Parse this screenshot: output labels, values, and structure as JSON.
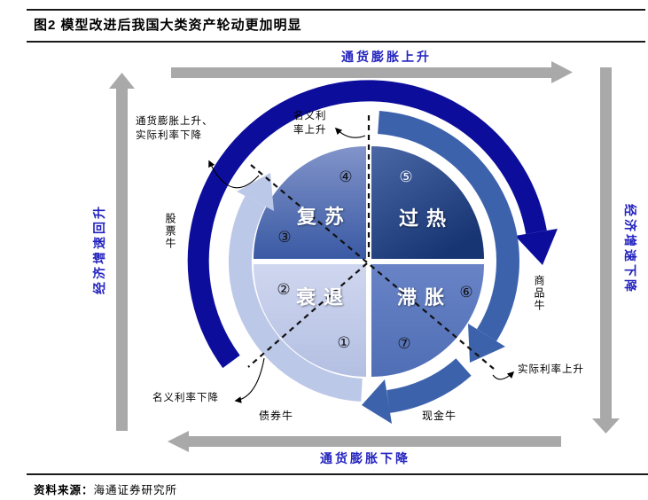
{
  "header": {
    "title": "图2  模型改进后我国大类资产轮动更加明显"
  },
  "outer_arrows": {
    "top": "通货膨胀上升",
    "right": "经济增速下降",
    "bottom": "通货膨胀下降",
    "left": "经济增速回升"
  },
  "wheel": {
    "quadrants": [
      {
        "name": "复苏",
        "position": "top-left"
      },
      {
        "name": "过热",
        "position": "top-right"
      },
      {
        "name": "衰退",
        "position": "bottom-left"
      },
      {
        "name": "滞胀",
        "position": "bottom-right"
      }
    ],
    "numbers": [
      "①",
      "②",
      "③",
      "④",
      "⑤",
      "⑥",
      "⑦"
    ]
  },
  "asset_labels": {
    "stock": "股票牛",
    "commodity": "商品牛",
    "bond": "债券牛",
    "cash": "现金牛"
  },
  "annotations": {
    "inflation_up_real_rate_down_line1": "通货膨胀上升、",
    "inflation_up_real_rate_down_line2": "实际利率下降",
    "nominal_rate_up_line1": "名义利",
    "nominal_rate_up_line2": "率上升",
    "real_rate_up": "实际利率上升",
    "nominal_rate_down": "名义利率下降"
  },
  "footer": {
    "source_label": "资料来源：",
    "source_value": "海通证券研究所"
  },
  "colors": {
    "ring_navy": "#0d0d9c",
    "arc_steel": "#3d62ac",
    "arc_light": "#bcc8e8",
    "outer_arrow_gray": "#a9a9a9",
    "blue_text": "#2323bf",
    "quad_recovery_top": "#8294ca",
    "quad_recovery_bottom": "#3a5aa4",
    "quad_overheat_top": "#4a67a6",
    "quad_overheat_bottom": "#173473",
    "quad_recession_top": "#cfd6ef",
    "quad_recession_bottom": "#b3bfe2",
    "quad_stagflation_top": "#6983c6",
    "quad_stagflation_bottom": "#4f6eb5"
  }
}
